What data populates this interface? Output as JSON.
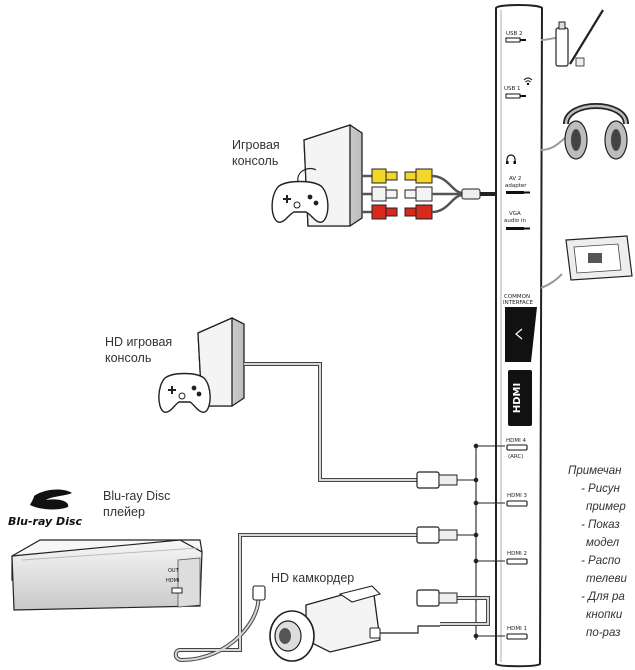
{
  "labels": {
    "game_console": [
      "Игровая",
      "консоль"
    ],
    "hd_game_console": [
      "HD игровая",
      "консоль"
    ],
    "bluray_player": [
      "Blu-ray Disc",
      "плейер"
    ],
    "hd_camcorder": "HD камкордер",
    "bluray_logo": "Blu-ray Disc",
    "out_label": "OUT",
    "hdmi_small": "HDMI"
  },
  "ports": {
    "usb2": "USB 2",
    "usb1": "USB 1",
    "av_line1": "AV 2",
    "av_line2": "adapter",
    "vga_line1": "VGA",
    "vga_line2": "audio in",
    "ci_line1": "COMMON",
    "ci_line2": "INTERFACE",
    "hdmi_logo": "HDMI",
    "hdmi4_line1": "HDMI 4",
    "hdmi4_line2": "(ARC)",
    "hdmi3": "HDMI 3",
    "hdmi2": "HDMI 2",
    "hdmi1": "HDMI 1"
  },
  "note": {
    "heading": "Примечан",
    "lines": [
      "- Рисун",
      "пример",
      "- Показ",
      "модел",
      "- Распо",
      "телеви",
      "- Для ра",
      "кнопки",
      "по-раз"
    ]
  },
  "colors": {
    "yellow": "#f2d62a",
    "white": "#f4f4f4",
    "red": "#d8291d",
    "line": "#333333",
    "cable": "#888888"
  }
}
